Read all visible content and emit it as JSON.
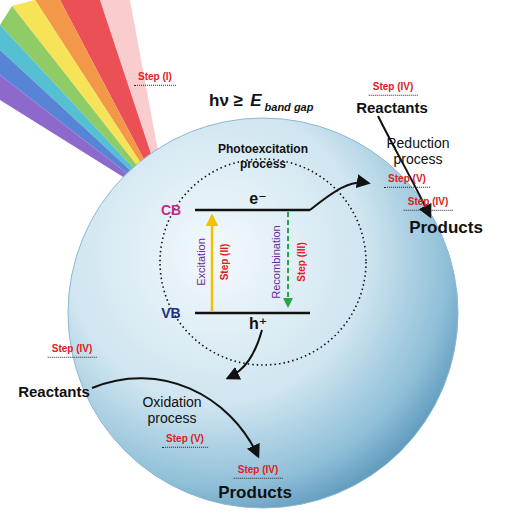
{
  "diagram": {
    "nodes": [
      {
        "text": [
          "Photoexcitation process"
        ]
      }
    ],
    "labels": [
      "Step (I)",
      "hν ≥",
      "E",
      "band gap",
      "CB",
      "VB",
      "e⁻",
      "h⁺",
      "Excitation",
      "Step (II)",
      "Recombination",
      "Step (III)",
      "Step (IV)",
      "Reactants",
      "Reduction process",
      "Step (V)",
      "Step (IV)",
      "Products",
      "Step (IV)",
      "Reactants",
      "Oxidation process",
      "Step (V)",
      "Step (IV)",
      "Products"
    ]
  }
}
